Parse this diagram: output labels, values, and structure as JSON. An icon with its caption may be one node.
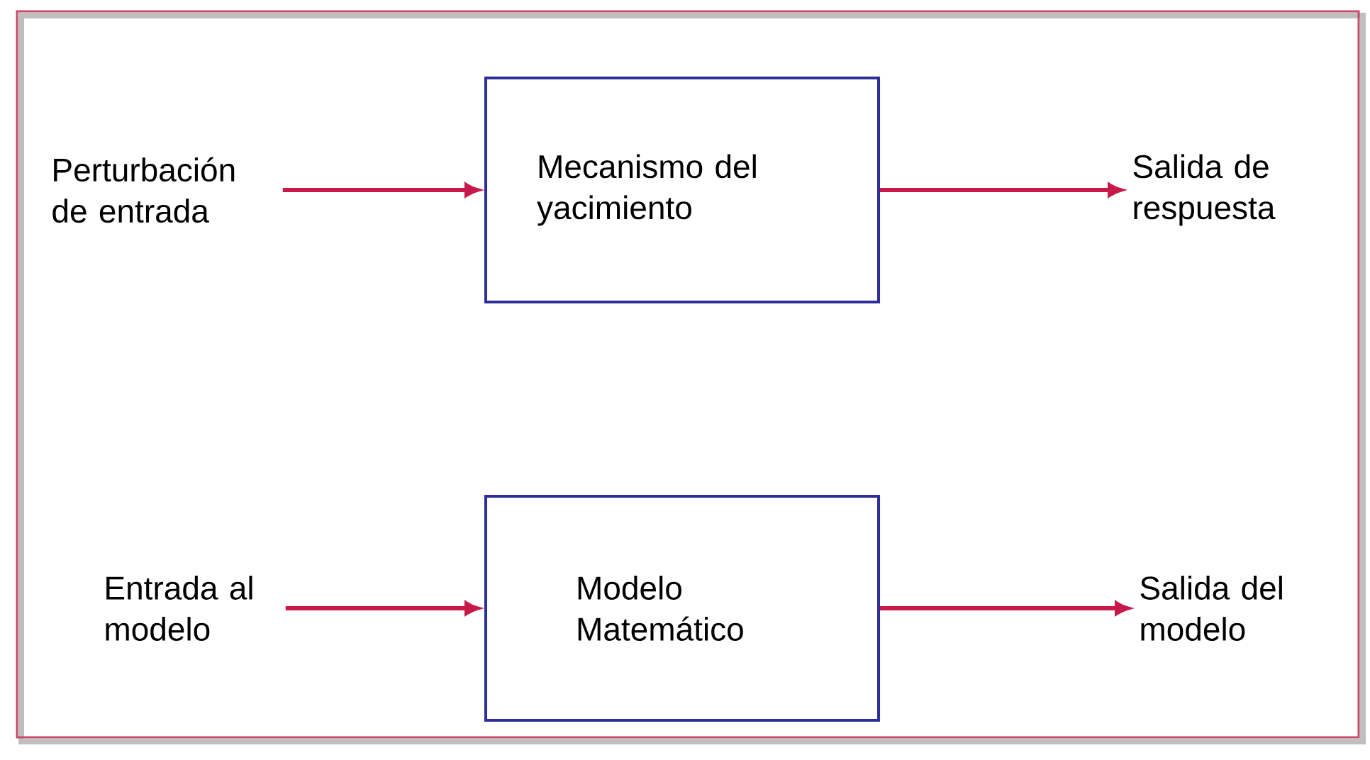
{
  "diagram": {
    "nodes": [
      {
        "text": [
          "Perturbación de entrada"
        ]
      },
      {
        "text": [
          "Mecanismo del yacimiento"
        ]
      },
      {
        "text": [
          "Salida de respuesta"
        ]
      },
      {
        "text": [
          "Entrada al modelo"
        ]
      },
      {
        "text": [
          "Modelo Matemático"
        ]
      },
      {
        "text": [
          "Salida del modelo"
        ]
      }
    ],
    "edges": [
      {
        "from": 0,
        "to": 1,
        "arrow": "to"
      },
      {
        "from": 1,
        "to": 2,
        "arrow": "to"
      },
      {
        "from": 3,
        "to": 4,
        "arrow": "to"
      },
      {
        "from": 4,
        "to": 5,
        "arrow": "to"
      }
    ]
  }
}
